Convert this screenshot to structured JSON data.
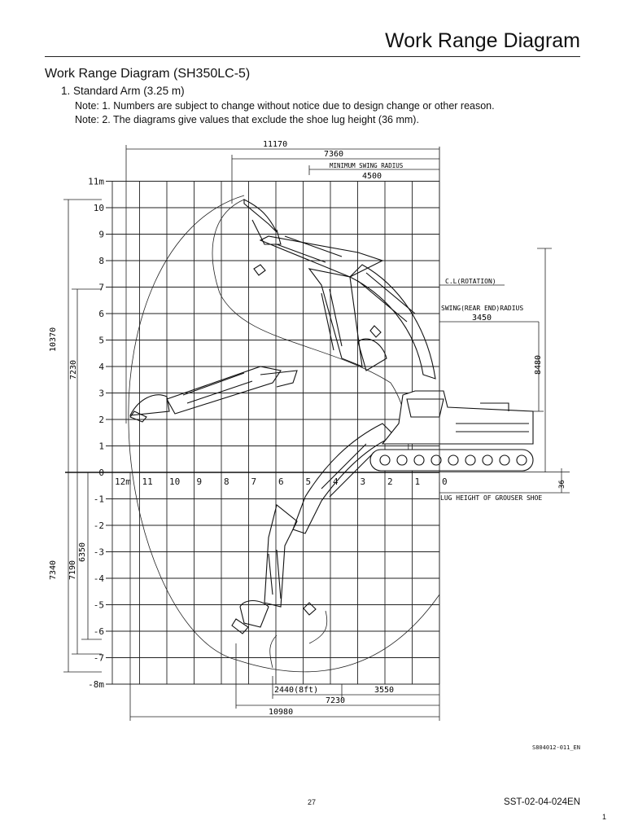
{
  "header": {
    "title": "Work Range Diagram"
  },
  "section": {
    "title": "Work Range Diagram (SH350LC-5)",
    "subheading": "1. Standard Arm (3.25 m)",
    "note1": "Note: 1. Numbers are subject to change without notice due to design change or other reason.",
    "note2": "Note: 2. The diagrams give values that exclude the shoe lug height (36 mm)."
  },
  "diagram": {
    "dims": {
      "max_reach": "11170",
      "min_swing_radius_value": "7360",
      "min_swing_label": "MINIMUM SWING RADIUS",
      "boom_offset": "4500",
      "centerline_label": "C.L(ROTATION)",
      "rear_swing_label": "SWING(REAR END)RADIUS",
      "rear_swing_value": "3450",
      "height_8480": "8480",
      "max_dig_height": "10370",
      "max_dump_height": "7230",
      "max_dig_depth": "7340",
      "depth_7190": "7190",
      "vertical_wall_depth": "6350",
      "lug_height": "36",
      "lug_label": "LUG HEIGHT OF GROUSER SHOE",
      "level_bottom": "2440(8ft)",
      "level_right": "3550",
      "bottom_reach": "7230",
      "max_reach_ground": "10980"
    },
    "y_labels": [
      "11m",
      "10",
      "9",
      "8",
      "7",
      "6",
      "5",
      "4",
      "3",
      "2",
      "1",
      "0",
      "1",
      "2",
      "3",
      "4",
      "5",
      "6",
      "7",
      "-8m"
    ],
    "x_labels": [
      "12m",
      "11",
      "10",
      "9",
      "8",
      "7",
      "6",
      "5",
      "4",
      "3",
      "2",
      "1",
      "0"
    ],
    "y_minus_labels": [
      "-1",
      "-2",
      "-3",
      "-4",
      "-5",
      "-6",
      "-7"
    ]
  },
  "footer": {
    "figure_code": "S804012-011_EN",
    "page_number": "27",
    "doc_number": "SST-02-04-024EN",
    "sheet": "1"
  }
}
